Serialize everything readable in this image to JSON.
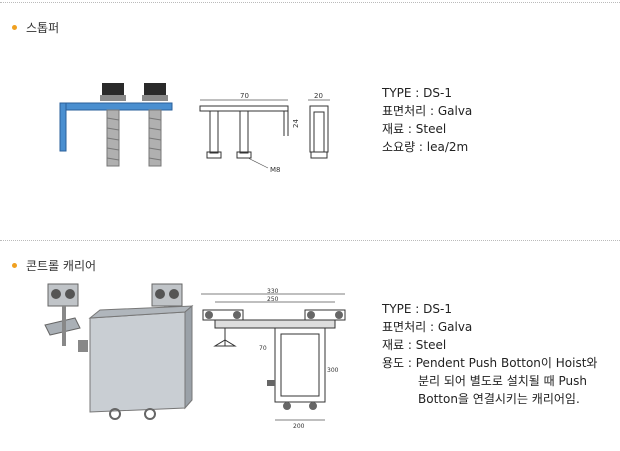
{
  "section1": {
    "title": "스톱퍼",
    "specs": [
      "TYPE : DS-1",
      "표면처리 : Galva",
      "재료 : Steel",
      "소요량 : lea/2m"
    ],
    "drawing_labels": {
      "width": "70",
      "depth": "20",
      "height": "24",
      "bolt": "M8"
    }
  },
  "section2": {
    "title": "콘트롤 캐리어",
    "specs": [
      "TYPE : DS-1",
      "표면처리 : Galva",
      "재료 : Steel",
      "용도 : Pendent Push Botton이 Hoist와"
    ],
    "usage_cont": [
      "분리 되어 별도로 설치될 때 Push",
      "Botton을 연결시키는 캐리어임."
    ],
    "drawing_labels": {
      "total": "330",
      "inner": "250",
      "offset": "70",
      "height": "300",
      "base": "200"
    }
  },
  "colors": {
    "bullet": "#f0a020",
    "divider": "#bbbbbb"
  }
}
